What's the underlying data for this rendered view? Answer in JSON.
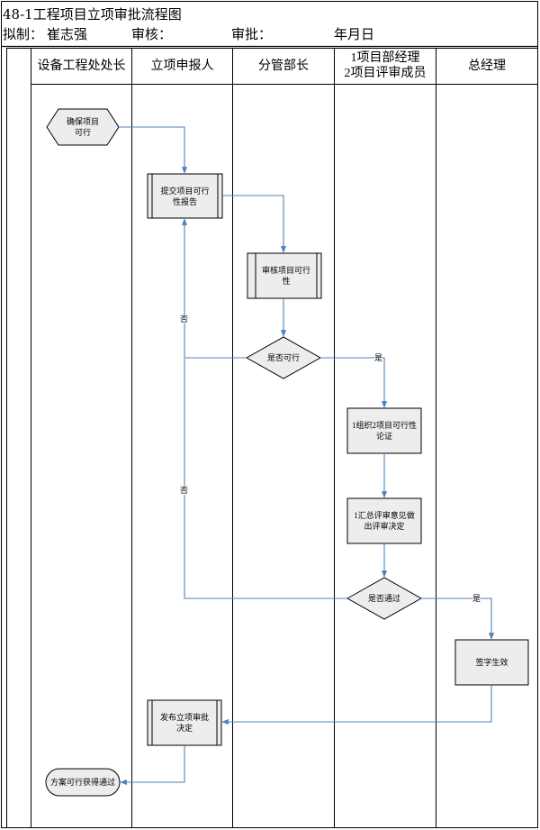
{
  "header": {
    "title": "48-1工程项目立项审批流程图",
    "drafted_label": "拟制：",
    "drafted_name": "崔志强",
    "review_label": "审核：",
    "approve_label": "审批：",
    "date_label": "年月日"
  },
  "lanes": [
    {
      "label": "设备工程处处长"
    },
    {
      "label": "立项申报人"
    },
    {
      "label": "分管部长"
    },
    {
      "label": "1项目部经理\n2项目评审成员"
    },
    {
      "label": "总经理"
    }
  ],
  "nodes": {
    "start": "确保项目\n可行",
    "submit_report": "提交项目可行\n性报告",
    "review_feasibility": "审核项目可行\n性",
    "decision_feasible": "是否可行",
    "organize_demonstration": "1组织2项目可行性\n论证",
    "summarize_opinions": "1汇总评审意见做\n出评审决定",
    "decision_pass": "是否通过",
    "sign_effect": "签字生效",
    "publish_decision": "发布立项审批\n决定",
    "end": "方案可行获得通过"
  },
  "edge_labels": {
    "yes_1": "是",
    "no_1": "否",
    "no_2": "否",
    "yes_2": "是"
  },
  "colors": {
    "line": "#4f81bd",
    "node_fill": "#ededed",
    "border": "#000000"
  }
}
